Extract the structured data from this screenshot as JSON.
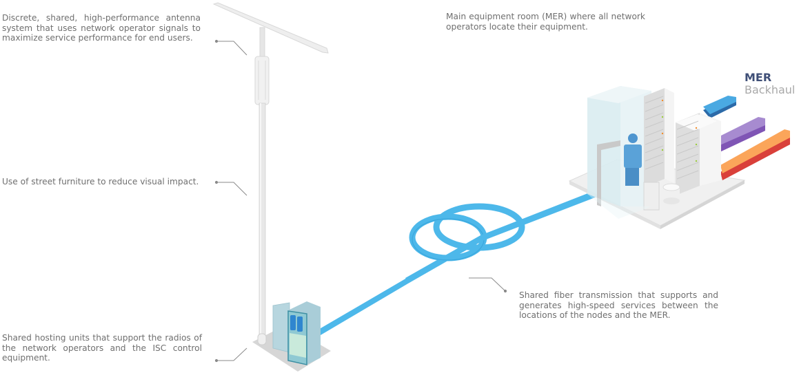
{
  "callouts": {
    "antenna": "Discrete, shared, high-performance antenna system that uses network operator signals to maximize service performance for end users.",
    "street_furniture": "Use of street furniture to reduce visual impact.",
    "hosting_units": "Shared hosting units that support the radios of the network operators and the ISC control equipment.",
    "mer": "Main equipment room (MER) where all network operators locate their equipment.",
    "fiber": "Shared fiber transmission that supports and generates high-speed services between the locations of the nodes and the MER."
  },
  "mer_label": {
    "title": "MER",
    "subtitle": "Backhaul"
  },
  "colors": {
    "fiber": "#4db8ea",
    "fiber_dark": "#2e8fc9",
    "arrow_blue": "#4aa9e2",
    "arrow_purple": "#a78bd0",
    "arrow_orange": "#fba55a",
    "arrow_red": "#d9403a",
    "text": "#6f6f6f",
    "mer_title": "#3f4f77"
  }
}
